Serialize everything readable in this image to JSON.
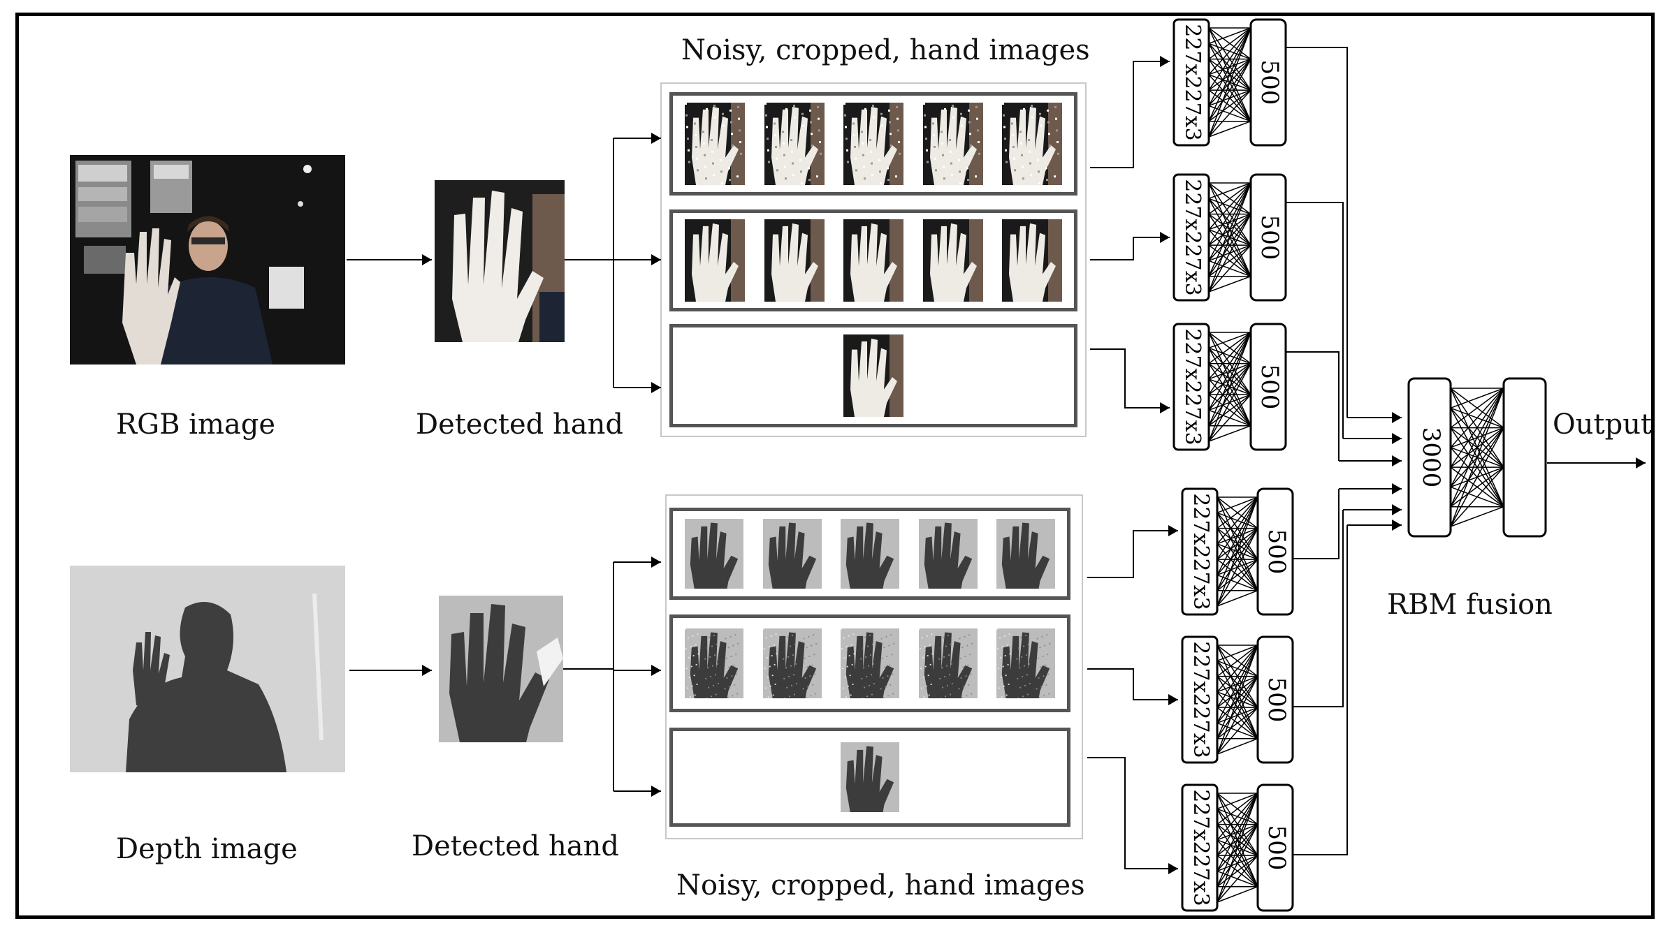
{
  "labels": {
    "rgb_image": "RGB image",
    "depth_image": "Depth image",
    "detected_hand_rgb": "Detected hand",
    "detected_hand_depth": "Detected hand",
    "noisy_top": "Noisy, cropped, hand images",
    "noisy_bottom": "Noisy, cropped, hand images",
    "rbm_fusion": "RBM fusion",
    "output": "Output"
  },
  "cnn_input_label": "227x227x3",
  "cnn_output_label": "500",
  "fusion_label": "3000",
  "colors": {
    "frame": "#000000",
    "panel_border": "#555555",
    "rgb_dark": "#141414",
    "shirt": "#1d2535",
    "depth_bg": "#d4d4d4",
    "depth_silhouette": "#3e3e3e",
    "depth_hand_bg": "#bcbcbc"
  }
}
